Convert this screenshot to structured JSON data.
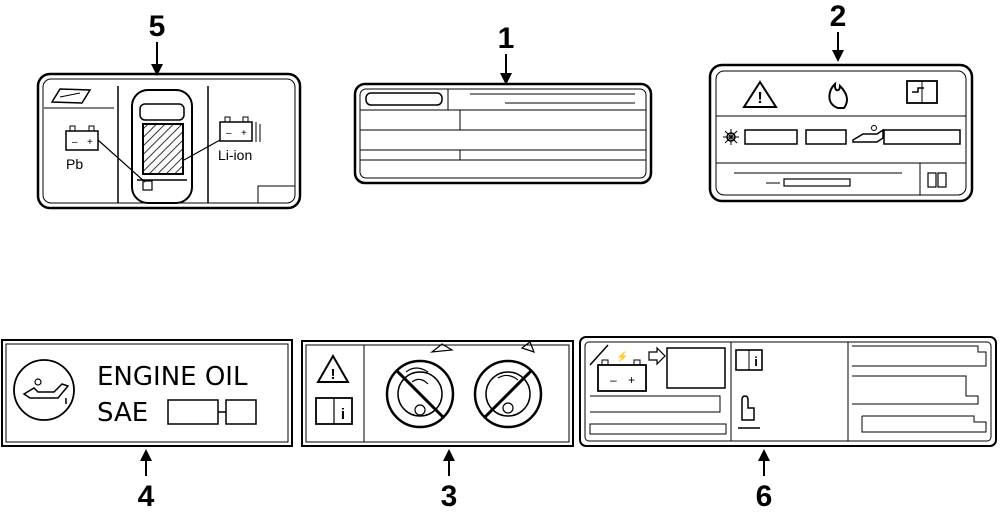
{
  "callouts": [
    "5",
    "1",
    "2",
    "4",
    "3",
    "6"
  ],
  "labels": {
    "battery_pb": "Pb",
    "battery_liion": "Li-ion",
    "engine_oil": "ENGINE OIL",
    "sae": "SAE"
  },
  "colors": {
    "line": "#000000",
    "background": "#ffffff"
  },
  "icons": [
    "warning-triangle-icon",
    "flame-icon",
    "manual-icon",
    "sun-icon",
    "oil-can-icon",
    "battery-icon",
    "no-steering-wheel-icon",
    "hand-icon"
  ]
}
